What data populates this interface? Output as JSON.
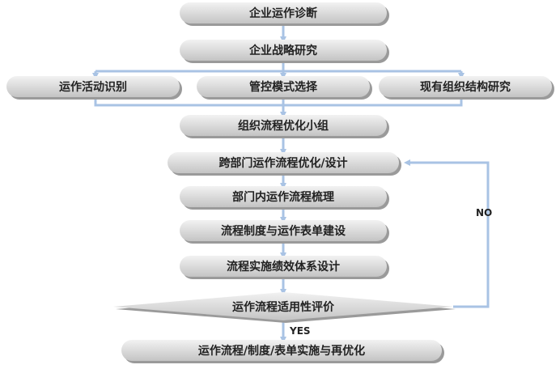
{
  "diagram": {
    "colors": {
      "node_fill_top": "#f2f2f2",
      "node_fill_bottom": "#c4c4c4",
      "node_shadow": "#9a9a9a",
      "connector": "#a9c3e4",
      "text": "#222222"
    },
    "nodes": [
      {
        "id": "n1",
        "label": "企业运作诊断"
      },
      {
        "id": "n2",
        "label": "企业战略研究"
      },
      {
        "id": "n3a",
        "label": "运作活动识别"
      },
      {
        "id": "n3b",
        "label": "管控模式选择"
      },
      {
        "id": "n3c",
        "label": "现有组织结构研究"
      },
      {
        "id": "n4",
        "label": "组织流程优化小组"
      },
      {
        "id": "n5",
        "label": "跨部门运作流程优化/设计"
      },
      {
        "id": "n6",
        "label": "部门内运作流程梳理"
      },
      {
        "id": "n7",
        "label": "流程制度与运作表单建设"
      },
      {
        "id": "n8",
        "label": "流程实施绩效体系设计"
      },
      {
        "id": "d1",
        "label": "运作流程适用性评价",
        "shape": "diamond"
      },
      {
        "id": "n9",
        "label": "运作流程/制度/表单实施与再优化"
      }
    ],
    "edges": [
      {
        "from": "n1",
        "to": "n2"
      },
      {
        "from": "n2",
        "to": "n3a"
      },
      {
        "from": "n2",
        "to": "n3b"
      },
      {
        "from": "n2",
        "to": "n3c"
      },
      {
        "from": "n3a",
        "to": "n4"
      },
      {
        "from": "n3b",
        "to": "n4"
      },
      {
        "from": "n3c",
        "to": "n4"
      },
      {
        "from": "n4",
        "to": "n5"
      },
      {
        "from": "n5",
        "to": "n6"
      },
      {
        "from": "n6",
        "to": "n7"
      },
      {
        "from": "n7",
        "to": "n8"
      },
      {
        "from": "n8",
        "to": "d1"
      },
      {
        "from": "d1",
        "to": "n9",
        "label": "YES"
      },
      {
        "from": "d1",
        "to": "n5",
        "label": "NO"
      }
    ]
  }
}
